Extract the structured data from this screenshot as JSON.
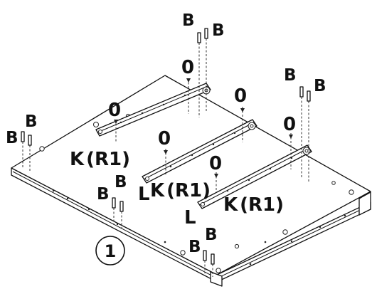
{
  "step": {
    "number": "1"
  },
  "labels": {
    "bolt": "B",
    "zero": "0",
    "runner_k": "K",
    "runner_r1": "(R1)",
    "runner_l": "L"
  }
}
